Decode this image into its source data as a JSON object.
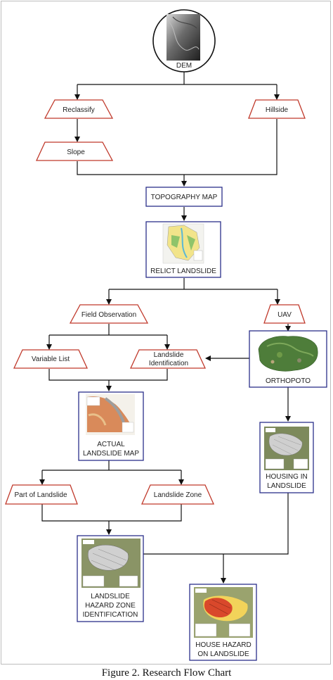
{
  "nodes": {
    "dem": "DEM",
    "reclassify": "Reclassify",
    "hillside": "Hillside",
    "slope": "Slope",
    "topography_map": "TOPOGRAPHY MAP",
    "relict_landslide": "RELICT LANDSLIDE",
    "field_observation": "Field Observation",
    "uav": "UAV",
    "variable_list": "Variable List",
    "landslide_identification": [
      "Landslide",
      "Identification"
    ],
    "orthopoto": "ORTHOPOTO",
    "actual_landslide_map": [
      "ACTUAL",
      "LANDSLIDE MAP"
    ],
    "housing_in_landslide": [
      "HOUSING IN",
      "LANDSLIDE"
    ],
    "part_of_landslide": "Part of Landslide",
    "landslide_zone": "Landslide Zone",
    "landslide_hazard_zone": [
      "LANDSLIDE",
      "HAZARD ZONE",
      "IDENTIFICATION"
    ],
    "house_hazard": [
      "HOUSE HAZARD",
      "ON LANDSLIDE"
    ]
  },
  "caption": "Figure 2. Research Flow Chart",
  "colors": {
    "trapezoid_stroke": "#c0392b",
    "box_stroke": "#2b2f8a",
    "arrow": "#111111"
  }
}
